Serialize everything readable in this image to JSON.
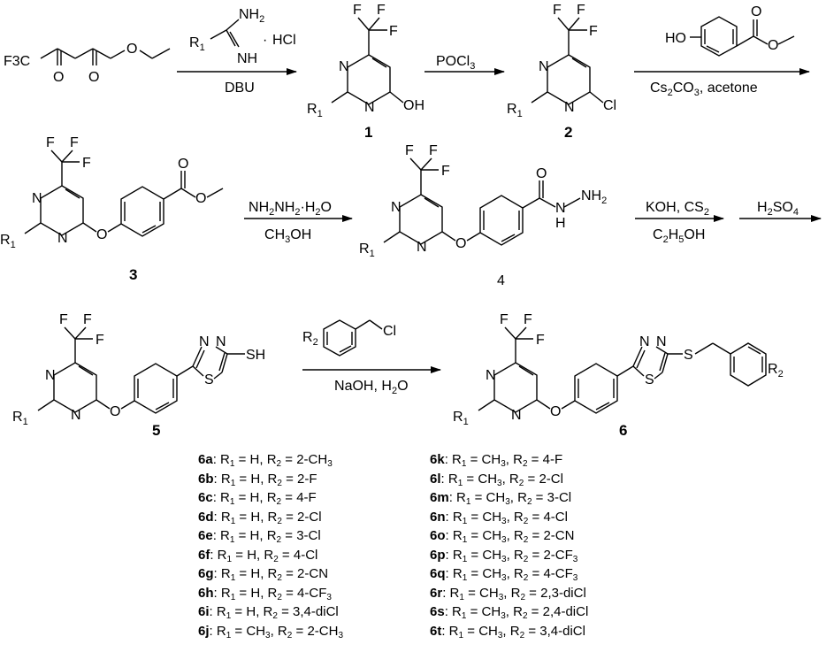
{
  "reagents": {
    "step1": {
      "r1": "R",
      "r1_sub": "1",
      "nh2": "NH",
      "nh2_sub": "2",
      "dot": "·",
      "hcl": "HCl",
      "nh": "NH",
      "below": "DBU"
    },
    "step2": {
      "above": "POCl",
      "above_sub": "3"
    },
    "step3": {
      "ho": "HO",
      "below_a": "Cs",
      "below_a_sub": "2",
      "below_b": "CO",
      "below_b_sub": "3",
      "below_c": ", acetone"
    },
    "step4": {
      "above": "NH2NH2·H2O",
      "below": "CH3OH"
    },
    "step5": {
      "above": "KOH, CS2",
      "below": "C2H5OH"
    },
    "step6": {
      "above": "H2SO4"
    },
    "step7": {
      "r2": "R",
      "r2_sub": "2",
      "cl": "Cl",
      "below": "NaOH, H2O"
    }
  },
  "atoms": {
    "f3c": "F3C",
    "o": "O",
    "f": "F",
    "n": "N",
    "oh": "OH",
    "cl": "Cl",
    "r1": "R",
    "r1_sub": "1",
    "nh": "N",
    "h": "H",
    "nh2": "NH",
    "nh2_sub": "2",
    "s": "S",
    "sh": "SH",
    "r2": "R",
    "r2_sub": "2"
  },
  "compounds": [
    "1",
    "2",
    "3",
    "4",
    "5",
    "6"
  ],
  "legend_left": [
    {
      "id": "6a",
      "r1": "H",
      "r2": "2-CH",
      "r2_sub": "3"
    },
    {
      "id": "6b",
      "r1": "H",
      "r2": "2-F",
      "r2_sub": ""
    },
    {
      "id": "6c",
      "r1": "H",
      "r2": "4-F",
      "r2_sub": ""
    },
    {
      "id": "6d",
      "r1": "H",
      "r2": "2-Cl",
      "r2_sub": ""
    },
    {
      "id": "6e",
      "r1": "H",
      "r2": "3-Cl",
      "r2_sub": ""
    },
    {
      "id": "6f",
      "r1": "H",
      "r2": "4-Cl",
      "r2_sub": ""
    },
    {
      "id": "6g",
      "r1": "H",
      "r2": "2-CN",
      "r2_sub": ""
    },
    {
      "id": "6h",
      "r1": "H",
      "r2": "4-CF",
      "r2_sub": "3"
    },
    {
      "id": "6i",
      "r1": "H",
      "r2": "3,4-diCl",
      "r2_sub": ""
    },
    {
      "id": "6j",
      "r1": "CH",
      "r1_sub": "3",
      "r2": "2-CH",
      "r2_sub": "3"
    }
  ],
  "legend_right": [
    {
      "id": "6k",
      "r1": "CH",
      "r1_sub": "3",
      "r2": "4-F",
      "r2_sub": ""
    },
    {
      "id": "6l",
      "r1": "CH",
      "r1_sub": "3",
      "r2": "2-Cl",
      "r2_sub": ""
    },
    {
      "id": "6m",
      "r1": "CH",
      "r1_sub": "3",
      "r2": "3-Cl",
      "r2_sub": ""
    },
    {
      "id": "6n",
      "r1": "CH",
      "r1_sub": "3",
      "r2": "4-Cl",
      "r2_sub": ""
    },
    {
      "id": "6o",
      "r1": "CH",
      "r1_sub": "3",
      "r2": "2-CN",
      "r2_sub": ""
    },
    {
      "id": "6p",
      "r1": "CH",
      "r1_sub": "3",
      "r2": "2-CF",
      "r2_sub": "3"
    },
    {
      "id": "6q",
      "r1": "CH",
      "r1_sub": "3",
      "r2": "4-CF",
      "r2_sub": "3"
    },
    {
      "id": "6r",
      "r1": "CH",
      "r1_sub": "3",
      "r2": "2,3-diCl",
      "r2_sub": ""
    },
    {
      "id": "6s",
      "r1": "CH",
      "r1_sub": "3",
      "r2": "2,4-diCl",
      "r2_sub": ""
    },
    {
      "id": "6t",
      "r1": "CH",
      "r1_sub": "3",
      "r2": "3,4-diCl",
      "r2_sub": ""
    }
  ]
}
